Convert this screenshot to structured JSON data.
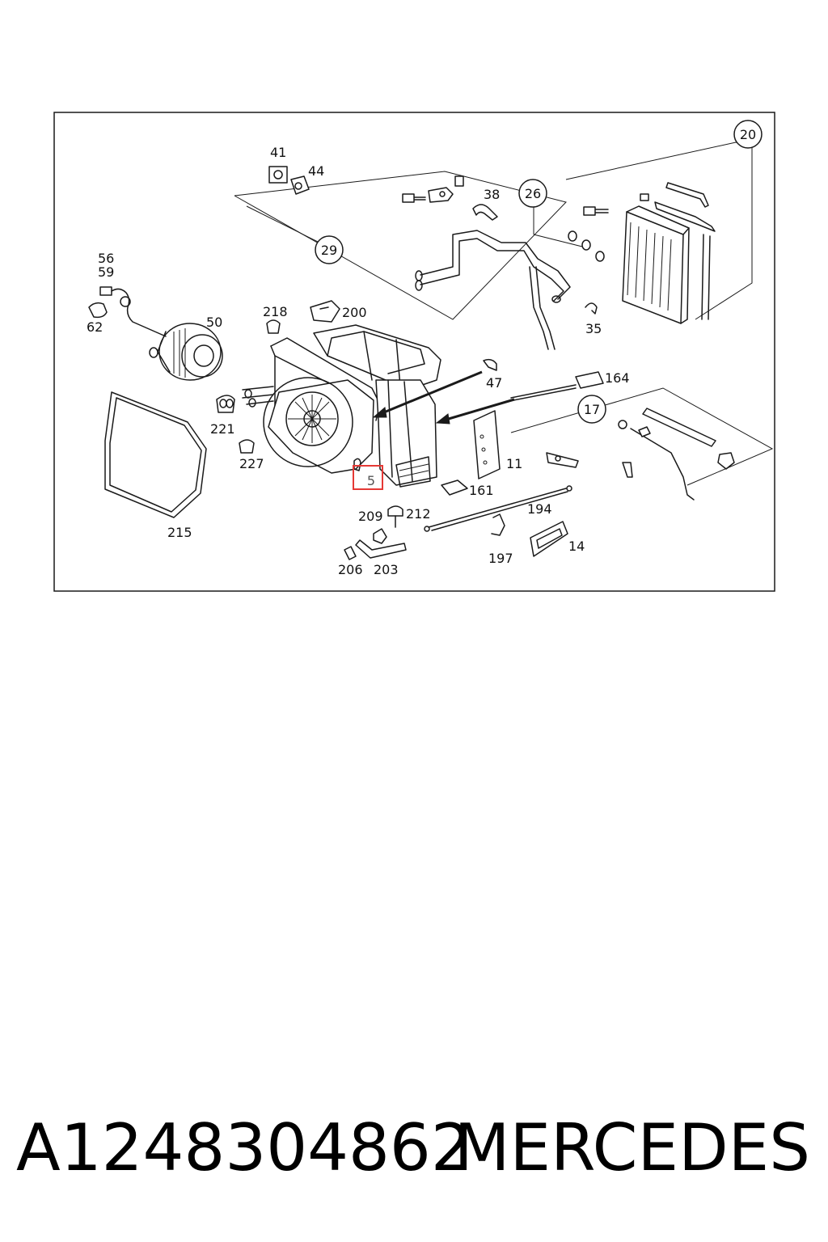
{
  "diagram": {
    "callouts": [
      "41",
      "44",
      "38",
      "56",
      "59",
      "62",
      "50",
      "218",
      "200",
      "47",
      "164",
      "221",
      "227",
      "11",
      "161",
      "215",
      "209",
      "212",
      "194",
      "206",
      "203",
      "197",
      "14",
      "35"
    ],
    "circled_callouts": [
      "20",
      "26",
      "29",
      "17"
    ],
    "highlighted_callout": "5",
    "highlight_color": "#e53935"
  },
  "footer": {
    "part_number": "A1248304862",
    "brand": "MERCEDES"
  }
}
